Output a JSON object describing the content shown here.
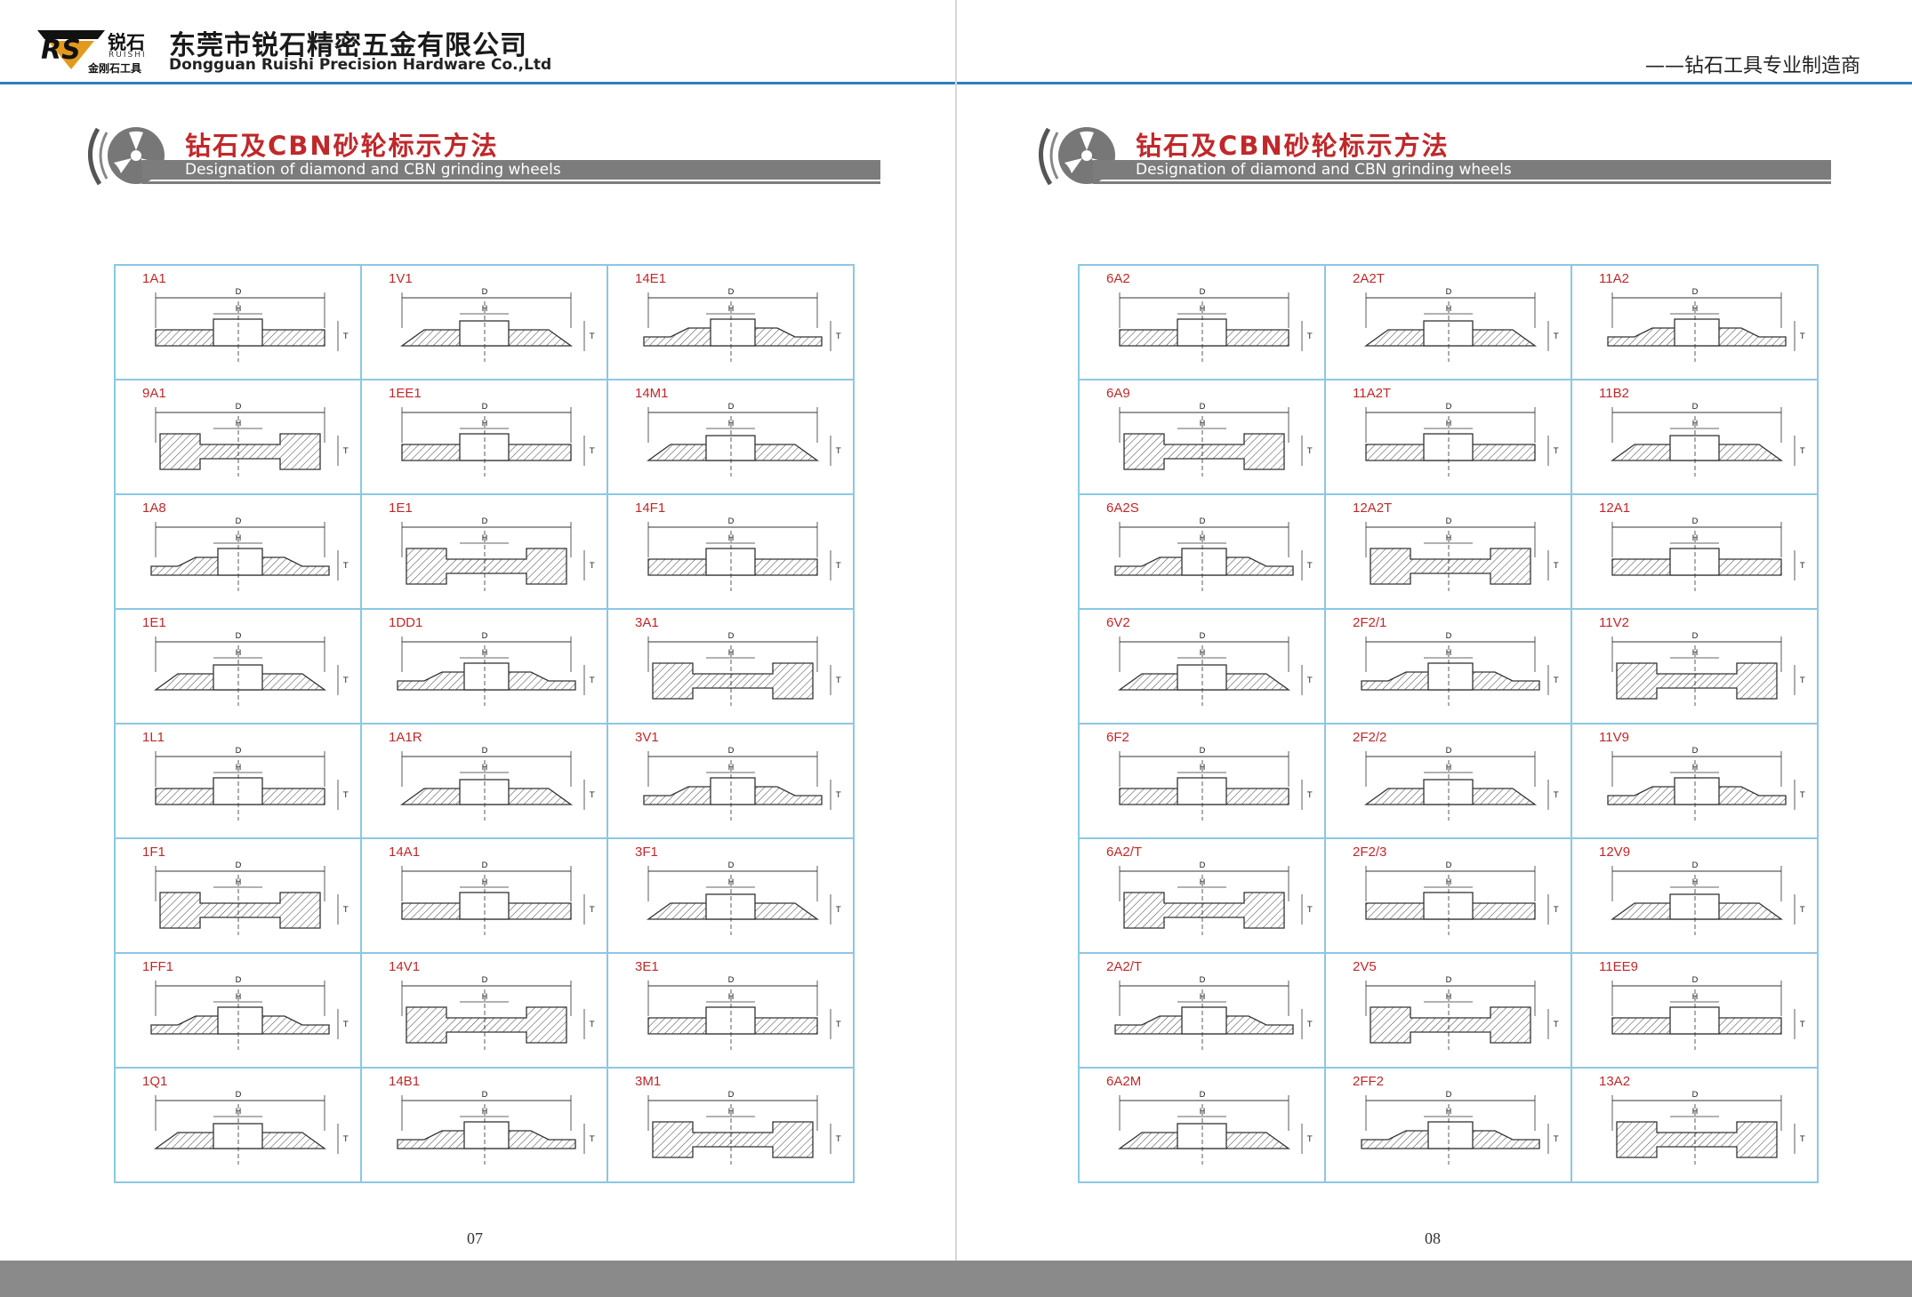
{
  "header": {
    "logo_mark": "RS",
    "logo_cn": "锐石",
    "logo_en": "RUISHI",
    "logo_sub": "金刚石工具",
    "company_cn": "东莞市锐石精密五金有限公司",
    "company_en": "Dongguan Ruishi Precision Hardware Co.,Ltd",
    "slogan": "——钻石工具专业制造商"
  },
  "section": {
    "title_cn": "钻石及CBN砂轮标示方法",
    "title_en": "Designation of diamond and CBN grinding wheels"
  },
  "colors": {
    "accent_red": "#c0282a",
    "rule_blue": "#2a7fc0",
    "grid_blue": "#8cc7e5",
    "band_gray": "#7c7c7c"
  },
  "left_page": {
    "page_number": "07",
    "wheels": [
      "1A1",
      "1V1",
      "14E1",
      "9A1",
      "1EE1",
      "14M1",
      "1A8",
      "1E1",
      "14F1",
      "1E1",
      "1DD1",
      "3A1",
      "1L1",
      "1A1R",
      "3V1",
      "1F1",
      "14A1",
      "3F1",
      "1FF1",
      "14V1",
      "3E1",
      "1Q1",
      "14B1",
      "3M1"
    ]
  },
  "right_page": {
    "page_number": "08",
    "wheels": [
      "6A2",
      "2A2T",
      "11A2",
      "6A9",
      "11A2T",
      "11B2",
      "6A2S",
      "12A2T",
      "12A1",
      "6V2",
      "2F2/1",
      "11V2",
      "6F2",
      "2F2/2",
      "11V9",
      "6A2/T",
      "2F2/3",
      "12V9",
      "2A2/T",
      "2V5",
      "11EE9",
      "6A2M",
      "2FF2",
      "13A2"
    ]
  }
}
